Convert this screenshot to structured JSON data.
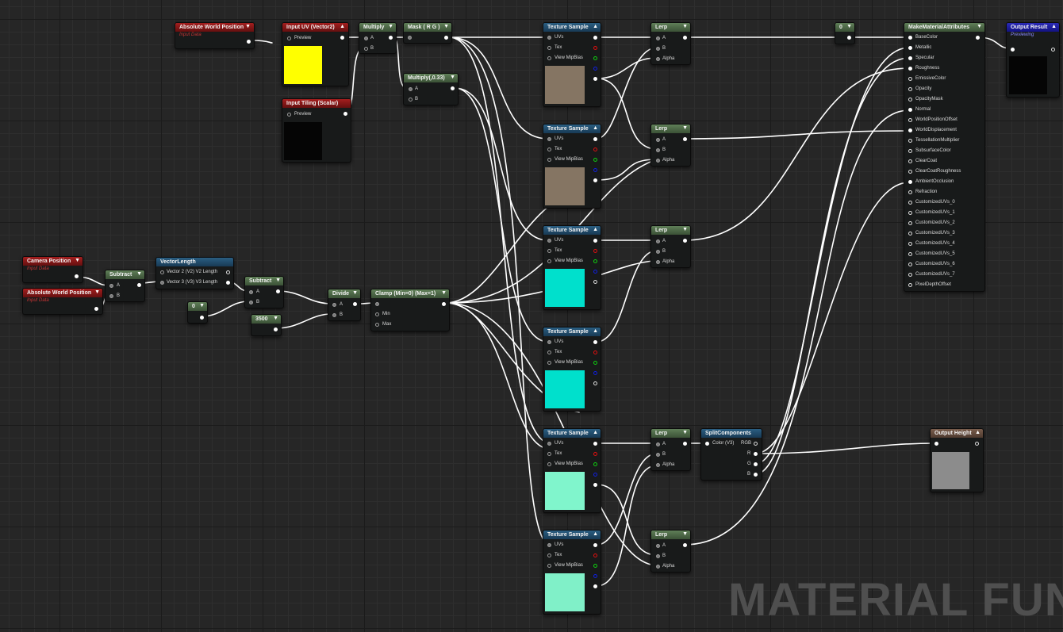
{
  "watermark": "MATERIAL FUNCT",
  "colors": {
    "background": "#262626",
    "wire": "#ffffff",
    "header_input_data": "#a51e1e",
    "header_texture": "#2a5e82",
    "header_math": "#5f7f57",
    "header_output_result": "#2a2ab8",
    "header_output_height": "#7a5d4c",
    "swatch_yellow": "#ffff00",
    "swatch_black": "#050505",
    "swatch_tan": "#857563",
    "swatch_cyan": "#00e0cc",
    "swatch_mint": "#80f5cc",
    "swatch_mint2": "#80f0c8",
    "swatch_gray": "#8c8c8c"
  },
  "nodes": {
    "abs_world_pos_top": {
      "title": "Absolute World Position",
      "subtitle": "Input Data"
    },
    "input_uv": {
      "title": "Input UV (Vector2)",
      "pin": "Preview"
    },
    "input_tiling": {
      "title": "Input Tiling (Scalar)",
      "pin": "Preview"
    },
    "multiply": {
      "title": "Multiply",
      "pins": [
        "A",
        "B"
      ]
    },
    "mask_rg": {
      "title": "Mask ( R G )"
    },
    "multiply_033": {
      "title": "Multiply(,0.33)",
      "pins": [
        "A",
        "B"
      ]
    },
    "camera_position": {
      "title": "Camera Position",
      "subtitle": "Input Data"
    },
    "abs_world_pos_bottom": {
      "title": "Absolute World Position",
      "subtitle": "Input Data"
    },
    "subtract_1": {
      "title": "Subtract",
      "pins": [
        "A",
        "B"
      ]
    },
    "vector_length": {
      "title": "VectorLength",
      "pins": [
        "Vector 2 (V2) V2 Length",
        "Vector 3 (V3) V3 Length"
      ]
    },
    "const_0_left": {
      "title": "0"
    },
    "subtract_2": {
      "title": "Subtract",
      "pins": [
        "A",
        "B"
      ]
    },
    "const_3500": {
      "title": "3500"
    },
    "divide": {
      "title": "Divide",
      "pins": [
        "A",
        "B"
      ]
    },
    "clamp": {
      "title": "Clamp (Min=0) (Max=1)",
      "pins": [
        "Min",
        "Max"
      ]
    },
    "texture_sample": {
      "title": "Texture Sample",
      "pins": [
        "UVs",
        "Tex",
        "View MipBias"
      ]
    },
    "lerp": {
      "title": "Lerp",
      "pins": [
        "A",
        "B",
        "Alpha"
      ]
    },
    "const_0_right": {
      "title": "0"
    },
    "make_material_attributes": {
      "title": "MakeMaterialAttributes",
      "pins": [
        "BaseColor",
        "Metallic",
        "Specular",
        "Roughness",
        "EmissiveColor",
        "Opacity",
        "OpacityMask",
        "Normal",
        "WorldPositionOffset",
        "WorldDisplacement",
        "TessellationMultiplier",
        "SubsurfaceColor",
        "ClearCoat",
        "ClearCoatRoughness",
        "AmbientOcclusion",
        "Refraction",
        "CustomizedUVs_0",
        "CustomizedUVs_1",
        "CustomizedUVs_2",
        "CustomizedUVs_3",
        "CustomizedUVs_4",
        "CustomizedUVs_5",
        "CustomizedUVs_6",
        "CustomizedUVs_7",
        "PixelDepthOffset"
      ]
    },
    "output_result": {
      "title": "Output Result",
      "subtitle": "Previewing"
    },
    "split_components": {
      "title": "SplitComponents",
      "pins": [
        "Color (V3)",
        "RGB",
        "R",
        "G",
        "B"
      ]
    },
    "output_height": {
      "title": "Output Height"
    }
  }
}
